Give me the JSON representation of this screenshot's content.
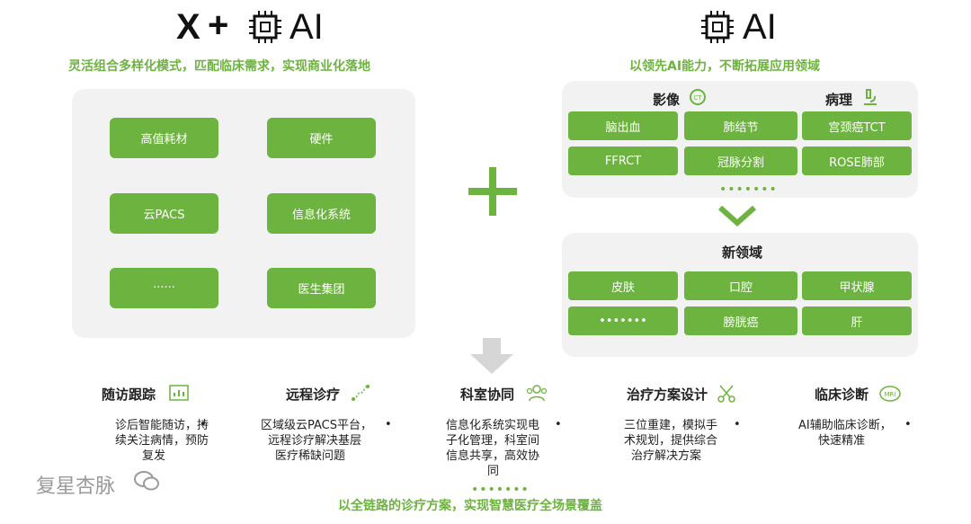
{
  "left_header": {
    "x_label": "X",
    "plus": "+",
    "ai_label": "AI",
    "chip_icon": "chip-icon"
  },
  "right_header": {
    "ai_label": "AI",
    "chip_icon": "chip-icon"
  },
  "left_caption": "灵活组合多样化模式，匹配临床需求，实现商业化落地",
  "right_caption": "以领先AI能力，不断拓展应用领域",
  "left_grid": [
    "高值耗材",
    "硬件",
    "云PACS",
    "信息化系统",
    "······",
    "医生集团"
  ],
  "center_plus": "+",
  "right_top": {
    "col_labels": {
      "imaging": "影像",
      "pathology": "病理"
    },
    "icons": {
      "imaging": "ct-icon",
      "pathology": "microscope-icon"
    },
    "row1": [
      "脑出血",
      "肺结节",
      "宫颈癌TCT"
    ],
    "row2": [
      "FFRCT",
      "冠脉分割",
      "ROSE肺部"
    ],
    "dots": "•••••••"
  },
  "right_bottom": {
    "title": "新领域",
    "row1": [
      "皮肤",
      "口腔",
      "甲状腺"
    ],
    "row2": [
      "•••••••",
      "膀胱癌",
      "肝"
    ]
  },
  "sections": [
    {
      "title": "随访跟踪",
      "icon": "chart-icon",
      "text": [
        "诊后智能随访，持",
        "续关注病情，预防",
        "复发"
      ]
    },
    {
      "title": "远程诊疗",
      "icon": "route-icon",
      "text": [
        "区域级云PACS平台，",
        "远程诊疗解决基层",
        "医疗稀缺问题"
      ]
    },
    {
      "title": "科室协同",
      "icon": "team-icon",
      "text": [
        "信息化系统实现电",
        "子化管理，科室间",
        "信息共享，高效协",
        "同"
      ]
    },
    {
      "title": "治疗方案设计",
      "icon": "scissors-icon",
      "text": [
        "三位重建，模拟手",
        "术规划，提供综合",
        "治疗解决方案"
      ]
    },
    {
      "title": "临床诊断",
      "icon": "mri-icon",
      "text": [
        "AI辅助临床诊断，",
        "快速精准"
      ]
    }
  ],
  "bottom_dots": "•••••••",
  "bottom_caption": "以全链路的诊疗方案，实现智慧医疗全场景覆盖",
  "watermark": "复星杏脉",
  "colors": {
    "accent": "#6db33f",
    "panel": "#f2f2f2",
    "text": "#222222"
  }
}
